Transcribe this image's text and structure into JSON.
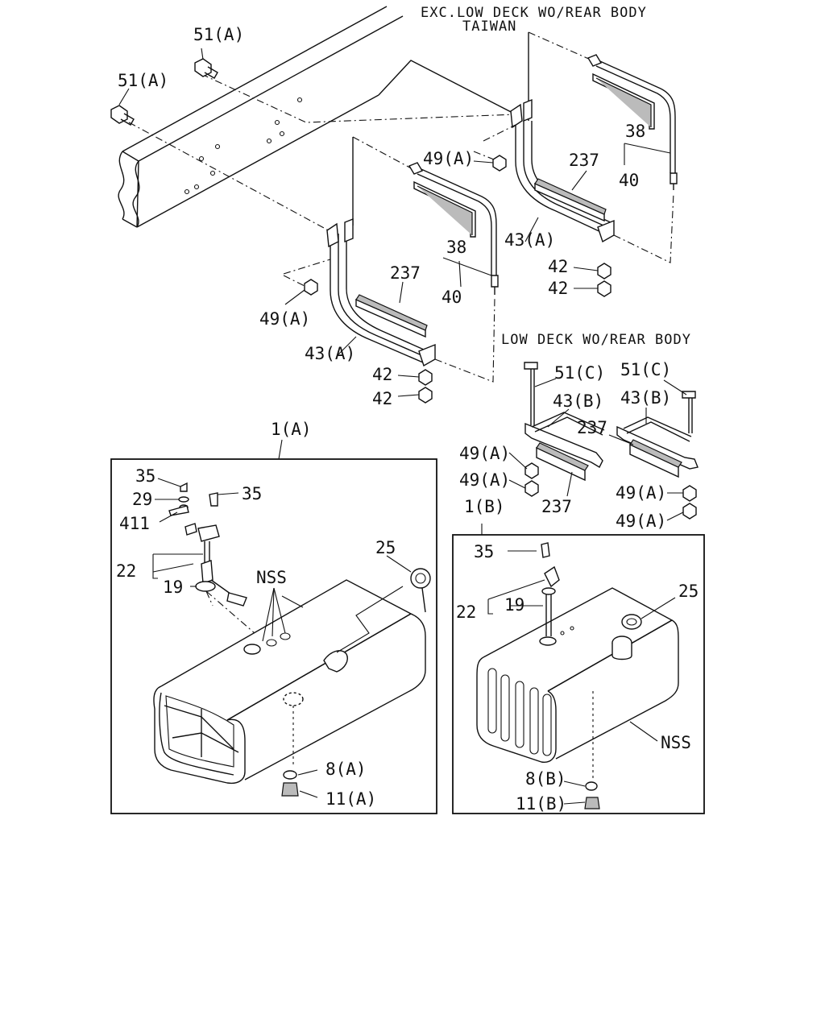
{
  "captions": {
    "exc_low_deck": "EXC.LOW DECK WO/REAR BODY",
    "taiwan": "TAIWAN",
    "low_deck": "LOW DECK WO/REAR BODY"
  },
  "labels": {
    "p51a_top": "51(A)",
    "p51a_left": "51(A)",
    "p49a_upper": "49(A)",
    "p38_upper": "38",
    "p237_upper": "237",
    "p40_upper": "40",
    "p43a_upper": "43(A)",
    "p42_upper_1": "42",
    "p42_upper_2": "42",
    "p49a_mid": "49(A)",
    "p38_mid": "38",
    "p237_mid": "237",
    "p40_mid": "40",
    "p43a_mid": "43(A)",
    "p42_mid_1": "42",
    "p42_mid_2": "42",
    "p51c_1": "51(C)",
    "p51c_2": "51(C)",
    "p43b_1": "43(B)",
    "p43b_2": "43(B)",
    "p237_low_1": "237",
    "p237_low_2": "237",
    "p49a_low_1": "49(A)",
    "p49a_low_2": "49(A)",
    "p49a_low_3": "49(A)",
    "p49a_low_4": "49(A)",
    "p1a": "1(A)",
    "p35_a1": "35",
    "p35_a2": "35",
    "p29": "29",
    "p411": "411",
    "p22_a": "22",
    "p19_a": "19",
    "nss_a": "NSS",
    "p25_a": "25",
    "p8a": "8(A)",
    "p11a": "11(A)",
    "p1b": "1(B)",
    "p35_b": "35",
    "p22_b": "22",
    "p19_b": "19",
    "p25_b": "25",
    "nss_b": "NSS",
    "p8b": "8(B)",
    "p11b": "11(B)"
  }
}
